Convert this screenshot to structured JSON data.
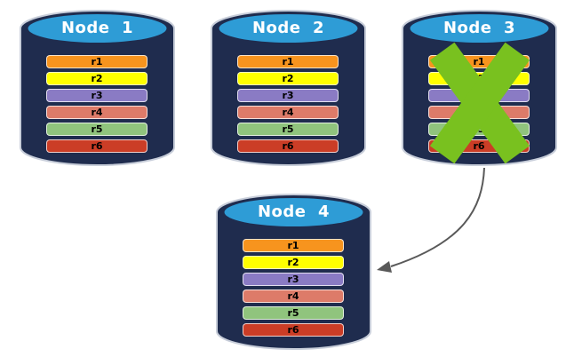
{
  "nodes": [
    {
      "id": "node-1",
      "title": "Node  1",
      "failed": false
    },
    {
      "id": "node-2",
      "title": "Node  2",
      "failed": false
    },
    {
      "id": "node-3",
      "title": "Node  3",
      "failed": true
    },
    {
      "id": "node-4",
      "title": "Node  4",
      "failed": false
    }
  ],
  "rows": [
    {
      "label": "r1",
      "color": "#F7941E"
    },
    {
      "label": "r2",
      "color": "#FFFF00"
    },
    {
      "label": "r3",
      "color": "#8A7BC4"
    },
    {
      "label": "r4",
      "color": "#DD7B69"
    },
    {
      "label": "r5",
      "color": "#90C47D"
    },
    {
      "label": "r6",
      "color": "#CB3D26"
    }
  ],
  "colors": {
    "background": "#FFFFFF",
    "cylinder_body": "#1F2C4E",
    "cylinder_top": "#2E9CD6",
    "cylinder_edge": "#C7CDD9",
    "row_border": "rgba(255,255,255,0.75)",
    "row_text": "#000000",
    "title_text": "#FFFFFF",
    "x_mark": "#79C11F",
    "arrow": "#595959"
  },
  "icons": {
    "x_mark": "failure-x-icon",
    "arrow": "failover-arrow-icon"
  }
}
